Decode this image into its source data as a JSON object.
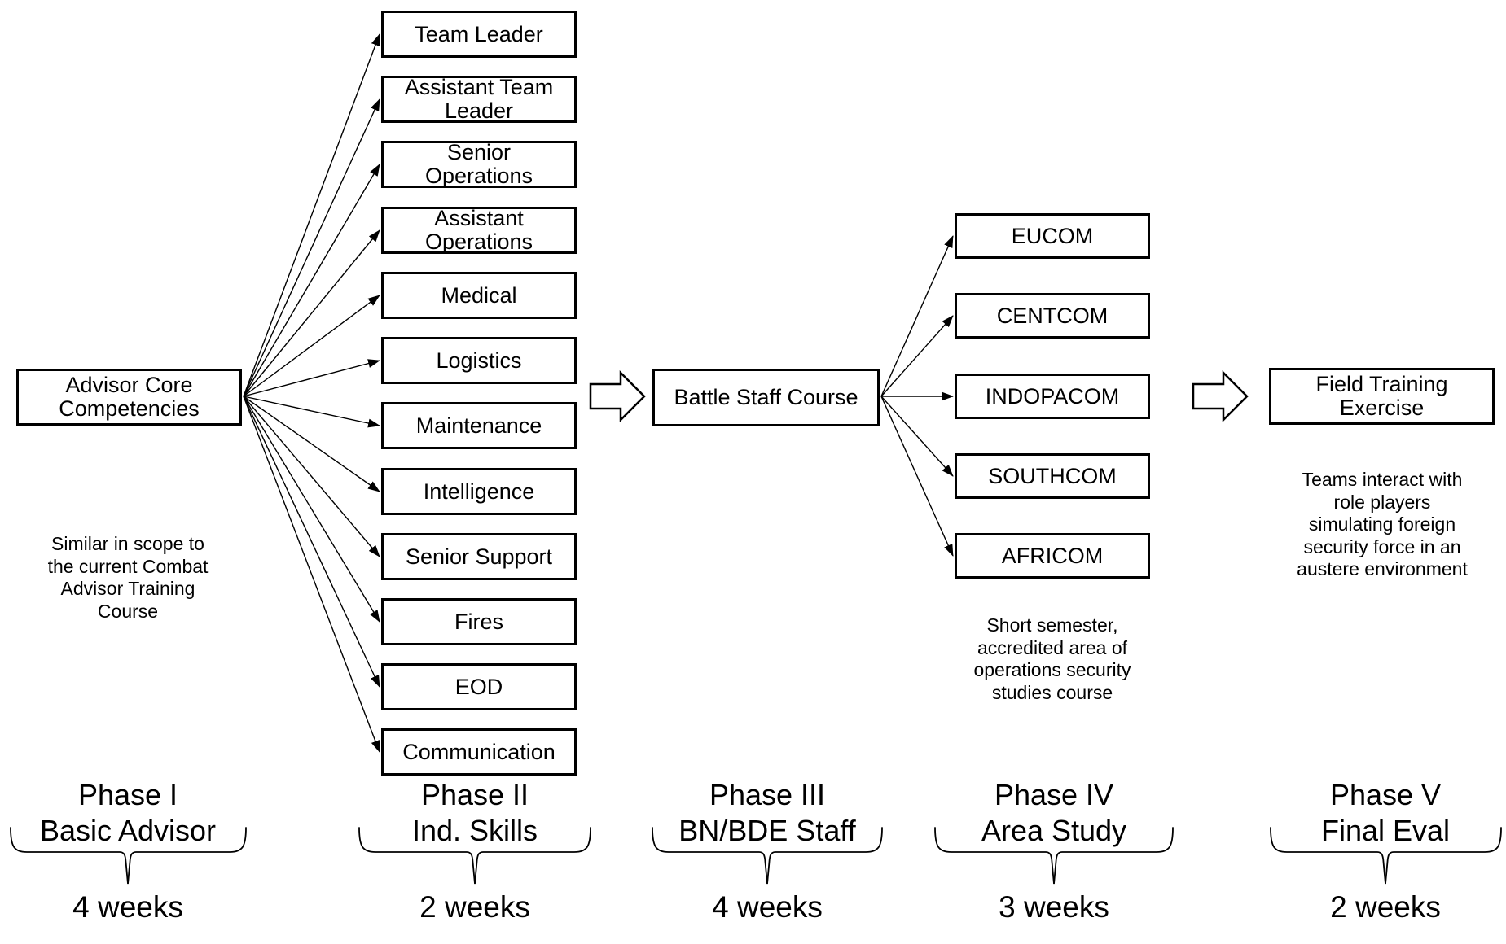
{
  "diagram": {
    "colors": {
      "ink": "#000000",
      "background": "#ffffff"
    },
    "phase1": {
      "box": "Advisor Core\nCompetencies",
      "note": "Similar in scope to\nthe current Combat\nAdvisor Training\nCourse",
      "label": "Phase I\nBasic Advisor",
      "duration": "4 weeks"
    },
    "phase2": {
      "boxes": [
        "Team Leader",
        "Assistant Team\nLeader",
        "Senior\nOperations",
        "Assistant\nOperations",
        "Medical",
        "Logistics",
        "Maintenance",
        "Intelligence",
        "Senior Support",
        "Fires",
        "EOD",
        "Communication"
      ],
      "label": "Phase II\nInd. Skills",
      "duration": "2 weeks"
    },
    "phase3": {
      "box": "Battle Staff Course",
      "label": "Phase III\nBN/BDE Staff",
      "duration": "4 weeks"
    },
    "phase4": {
      "boxes": [
        "EUCOM",
        "CENTCOM",
        "INDOPACOM",
        "SOUTHCOM",
        "AFRICOM"
      ],
      "note": "Short semester,\naccredited area of\noperations security\nstudies course",
      "label": "Phase IV\nArea Study",
      "duration": "3 weeks"
    },
    "phase5": {
      "box": "Field Training\nExercise",
      "note": "Teams interact with\nrole players\nsimulating foreign\nsecurity force in an\naustere environment",
      "label": "Phase V\nFinal Eval",
      "duration": "2 weeks"
    }
  }
}
